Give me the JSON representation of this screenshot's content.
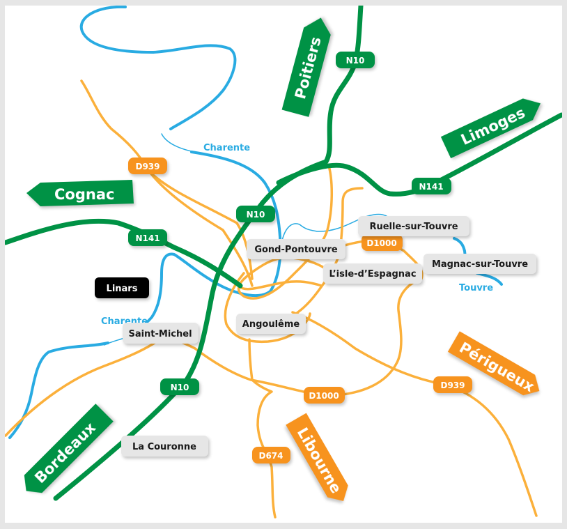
{
  "map": {
    "colors": {
      "national_road": "#009245",
      "departmental_road": "#fbb03b",
      "departmental_badge": "#f7931e",
      "river": "#29abe2",
      "town_label_bg": "#e6e6e6",
      "highlighted_town_bg": "#000000",
      "frame": "#e6e6e6"
    },
    "destination_signs": [
      {
        "id": "cognac",
        "label": "Cognac",
        "road_type": "national",
        "direction": "west"
      },
      {
        "id": "poitiers",
        "label": "Poitiers",
        "road_type": "national",
        "direction": "north"
      },
      {
        "id": "limoges",
        "label": "Limoges",
        "road_type": "national",
        "direction": "north-east"
      },
      {
        "id": "bordeaux",
        "label": "Bordeaux",
        "road_type": "national",
        "direction": "south-west"
      },
      {
        "id": "perigueux",
        "label": "Périgueux",
        "road_type": "departmental",
        "direction": "south-east"
      },
      {
        "id": "libourne",
        "label": "Libourne",
        "road_type": "departmental",
        "direction": "south"
      }
    ],
    "road_badges": [
      {
        "id": "n10-north",
        "label": "N10",
        "road_type": "national"
      },
      {
        "id": "n10-center",
        "label": "N10",
        "road_type": "national"
      },
      {
        "id": "n10-south",
        "label": "N10",
        "road_type": "national"
      },
      {
        "id": "n141-west",
        "label": "N141",
        "road_type": "national"
      },
      {
        "id": "n141-east",
        "label": "N141",
        "road_type": "national"
      },
      {
        "id": "d939-north",
        "label": "D939",
        "road_type": "departmental"
      },
      {
        "id": "d939-south",
        "label": "D939",
        "road_type": "departmental"
      },
      {
        "id": "d1000-east",
        "label": "D1000",
        "road_type": "departmental"
      },
      {
        "id": "d1000-south",
        "label": "D1000",
        "road_type": "departmental"
      },
      {
        "id": "d674",
        "label": "D674",
        "road_type": "departmental"
      }
    ],
    "towns": [
      {
        "id": "gond-pontouvre",
        "label": "Gond-Pontouvre",
        "highlighted": false
      },
      {
        "id": "ruelle-sur-touvre",
        "label": "Ruelle-sur-Touvre",
        "highlighted": false
      },
      {
        "id": "lisle-despagnac",
        "label": "L’isle-d’Espagnac",
        "highlighted": false
      },
      {
        "id": "magnac-sur-touvre",
        "label": "Magnac-sur-Touvre",
        "highlighted": false
      },
      {
        "id": "angouleme",
        "label": "Angoulême",
        "highlighted": false
      },
      {
        "id": "linars",
        "label": "Linars",
        "highlighted": true
      },
      {
        "id": "saint-michel",
        "label": "Saint-Michel",
        "highlighted": false
      },
      {
        "id": "la-couronne",
        "label": "La Couronne",
        "highlighted": false
      }
    ],
    "rivers": [
      {
        "id": "charente-north",
        "label": "Charente"
      },
      {
        "id": "charente-south",
        "label": "Charente"
      },
      {
        "id": "touvre",
        "label": "Touvre"
      }
    ]
  }
}
